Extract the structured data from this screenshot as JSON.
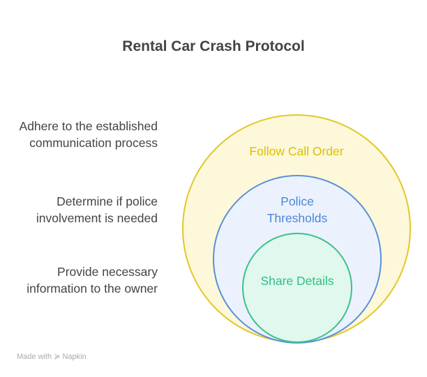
{
  "title": "Rental Car Crash Protocol",
  "descriptions": [
    "Adhere to the established communication process",
    "Determine if police involvement is needed",
    "Provide necessary information to the owner"
  ],
  "circles": [
    {
      "label": "Follow Call Order",
      "fill": "#fdf8d9",
      "stroke": "#e3c72a",
      "text": "#dcc000"
    },
    {
      "label": "Police Thresholds",
      "fill": "#ecf2fd",
      "stroke": "#5b8fd8",
      "text": "#4a86dc"
    },
    {
      "label": "Share Details",
      "fill": "#e0f8ee",
      "stroke": "#3cc08a",
      "text": "#2fbf7f"
    }
  ],
  "watermark": "Made with ≽ Napkin"
}
